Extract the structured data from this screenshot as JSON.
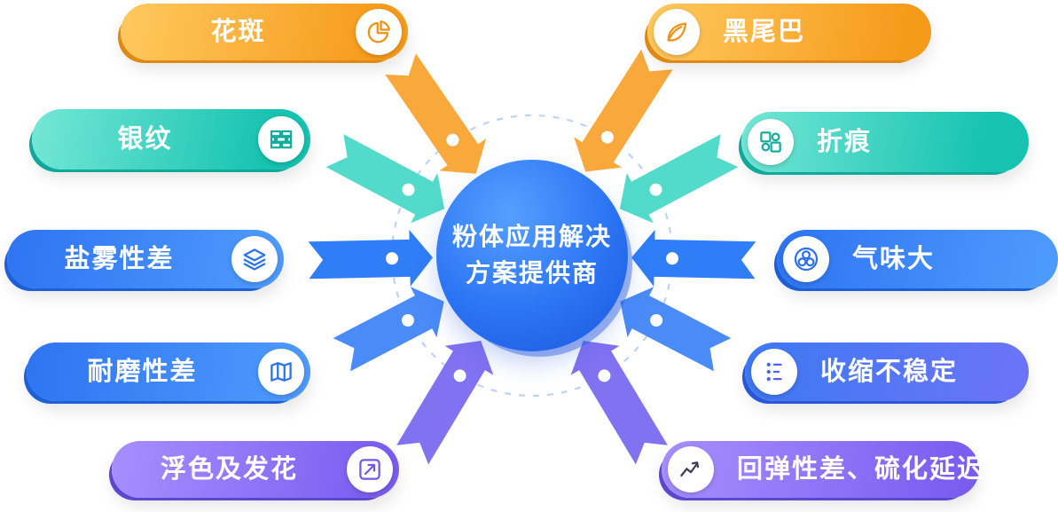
{
  "center": {
    "title_line1": "粉体应用解决",
    "title_line2": "方案提供商"
  },
  "pills": [
    {
      "label": "花斑",
      "icon": "pie-chart-icon",
      "theme": "orange",
      "side": "left"
    },
    {
      "label": "黑尾巴",
      "icon": "leaf-icon",
      "theme": "orange",
      "side": "right"
    },
    {
      "label": "银纹",
      "icon": "bricks-icon",
      "theme": "teal",
      "side": "left"
    },
    {
      "label": "折痕",
      "icon": "puzzle-icon",
      "theme": "teal",
      "side": "right"
    },
    {
      "label": "盐雾性差",
      "icon": "layers-icon",
      "theme": "blue",
      "side": "left"
    },
    {
      "label": "气味大",
      "icon": "rings-icon",
      "theme": "blue",
      "side": "right"
    },
    {
      "label": "耐磨性差",
      "icon": "map-icon",
      "theme": "blue",
      "side": "left"
    },
    {
      "label": "收缩不稳定",
      "icon": "dotted-list-icon",
      "theme": "indigo",
      "side": "right"
    },
    {
      "label": "浮色及发花",
      "icon": "trend-box-icon",
      "theme": "purple",
      "side": "left"
    },
    {
      "label": "回弹性差、硫化延迟",
      "icon": "line-chart-icon",
      "theme": "purple",
      "side": "right"
    }
  ],
  "colors": {
    "orange": "#F9A93C",
    "teal": "#52DBCA",
    "blue": "#2F7EF7",
    "blue_light": "#4A8BF8",
    "purple": "#8172F2",
    "center_blue": "#2B74F4",
    "ring": "#B7CFFE",
    "dot": "#FFFFFF"
  }
}
